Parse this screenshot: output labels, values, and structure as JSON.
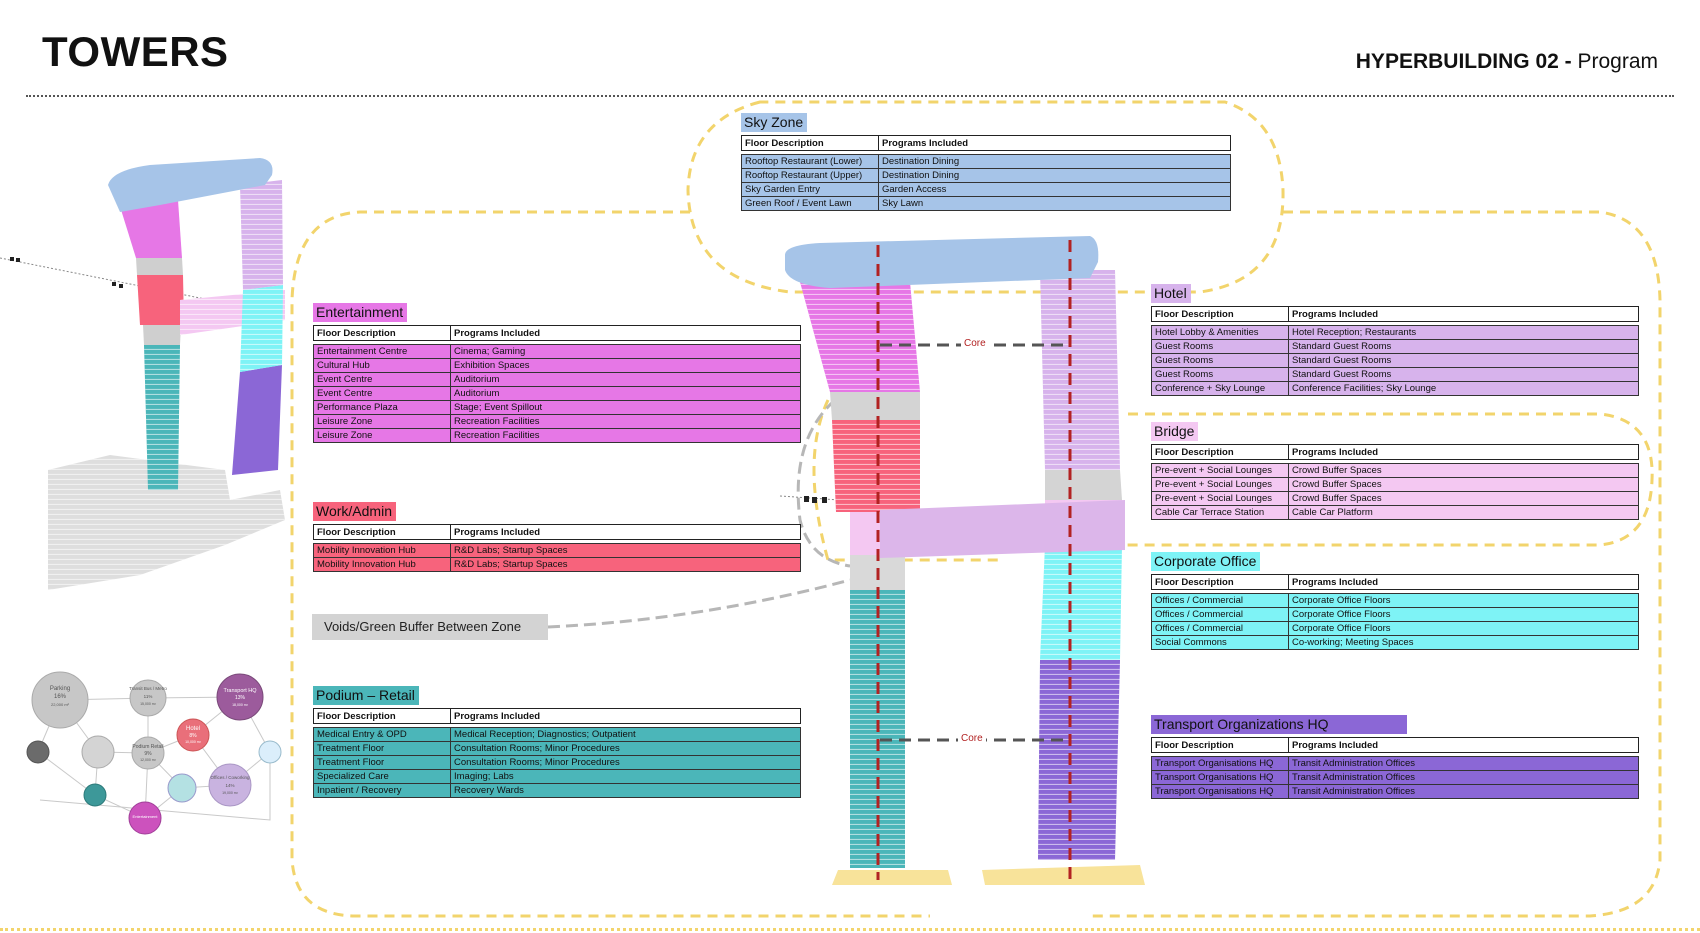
{
  "header": {
    "title": "TOWERS",
    "subtitle_bold": "HYPERBUILDING 02 - ",
    "subtitle_rest": "Program"
  },
  "colors": {
    "sky": "#a6c4e8",
    "entertainment": "#e677e6",
    "work": "#f7637c",
    "hotel": "#d7b3ec",
    "bridge": "#f4c8f2",
    "corporate": "#7ef3f6",
    "podium": "#4bb6b9",
    "transport": "#8b67d6",
    "voids": "#d3d3d3",
    "dash": "#f2d46c",
    "core": "#b22222"
  },
  "table_headers": {
    "floor": "Floor Description",
    "programs": "Programs Included"
  },
  "zones": {
    "sky": {
      "title": "Sky Zone",
      "rows": [
        [
          "Rooftop Restaurant (Lower)",
          "Destination Dining"
        ],
        [
          "Rooftop Restaurant (Upper)",
          "Destination Dining"
        ],
        [
          "Sky Garden Entry",
          "Garden Access"
        ],
        [
          "Green Roof / Event Lawn",
          "Sky Lawn"
        ]
      ]
    },
    "entertainment": {
      "title": "Entertainment",
      "rows": [
        [
          "Entertainment Centre",
          "Cinema; Gaming"
        ],
        [
          "Cultural Hub",
          "Exhibition Spaces"
        ],
        [
          "Event Centre",
          "Auditorium"
        ],
        [
          "Event Centre",
          "Auditorium"
        ],
        [
          "Performance Plaza",
          "Stage; Event Spillout"
        ],
        [
          "Leisure Zone",
          "Recreation Facilities"
        ],
        [
          "Leisure Zone",
          "Recreation Facilities"
        ]
      ]
    },
    "work": {
      "title": "Work/Admin",
      "rows": [
        [
          "Mobility Innovation Hub",
          "R&D Labs; Startup Spaces"
        ],
        [
          "Mobility Innovation Hub",
          "R&D Labs; Startup Spaces"
        ]
      ]
    },
    "podium": {
      "title": "Podium – Retail",
      "rows": [
        [
          "Medical Entry & OPD",
          "Medical Reception; Diagnostics; Outpatient"
        ],
        [
          "Treatment Floor",
          "Consultation Rooms; Minor Procedures"
        ],
        [
          "Treatment Floor",
          "Consultation Rooms; Minor Procedures"
        ],
        [
          "Specialized Care",
          "Imaging; Labs"
        ],
        [
          "Inpatient / Recovery",
          "Recovery Wards"
        ]
      ]
    },
    "hotel": {
      "title": "Hotel",
      "rows": [
        [
          "Hotel Lobby & Amenities",
          "Hotel Reception; Restaurants"
        ],
        [
          "Guest Rooms",
          "Standard Guest Rooms"
        ],
        [
          "Guest Rooms",
          "Standard Guest Rooms"
        ],
        [
          "Guest Rooms",
          "Standard Guest Rooms"
        ],
        [
          "Conference + Sky Lounge",
          "Conference Facilities; Sky Lounge"
        ]
      ]
    },
    "bridge": {
      "title": "Bridge",
      "rows": [
        [
          "Pre-event + Social Lounges",
          "Crowd Buffer Spaces"
        ],
        [
          "Pre-event + Social Lounges",
          "Crowd Buffer Spaces"
        ],
        [
          "Pre-event + Social Lounges",
          "Crowd Buffer Spaces"
        ],
        [
          "Cable Car Terrace Station",
          "Cable Car Platform"
        ]
      ]
    },
    "corporate": {
      "title": "Corporate Office",
      "rows": [
        [
          "Offices / Commercial",
          "Corporate Office Floors"
        ],
        [
          "Offices / Commercial",
          "Corporate Office Floors"
        ],
        [
          "Offices / Commercial",
          "Corporate Office Floors"
        ],
        [
          "Social Commons",
          "Co-working; Meeting Spaces"
        ]
      ]
    },
    "transport": {
      "title": "Transport Organizations HQ",
      "rows": [
        [
          "Transport Organisations HQ",
          "Transit Administration Offices"
        ],
        [
          "Transport Organisations HQ",
          "Transit Administration Offices"
        ],
        [
          "Transport Organisations HQ",
          "Transit Administration Offices"
        ]
      ]
    }
  },
  "voids_label": "Voids/Green Buffer Between Zone",
  "core_label": "Core",
  "network": [
    {
      "label": "Parking",
      "pct": "16%",
      "area": "22,000 m²"
    },
    {
      "label": "Transit Bus / Metro",
      "pct": "11%",
      "area": "15,000 m²"
    },
    {
      "label": "Transport HQ",
      "pct": "13%",
      "area": "18,000 m²"
    },
    {
      "label": "Hotel",
      "pct": "8%",
      "area": "10,000 m²"
    },
    {
      "label": "Podium Retail",
      "pct": "9%",
      "area": "12,000 m²"
    },
    {
      "label": "Offices / Coworking",
      "pct": "14%",
      "area": "19,000 m²"
    },
    {
      "label": "Entertainment",
      "pct": "",
      "area": ""
    }
  ]
}
